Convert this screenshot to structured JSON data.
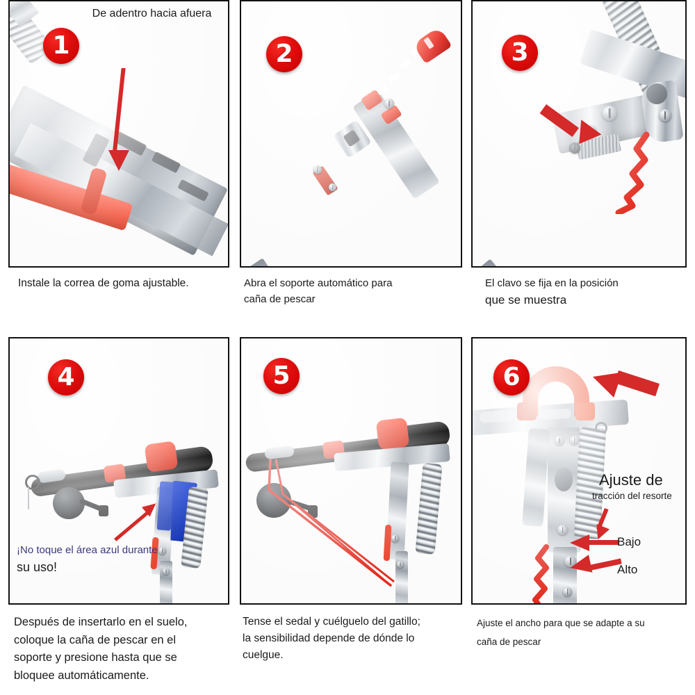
{
  "document": {
    "title": "Instrucciones de uso del soporte automático para caña de pescar",
    "language": "es",
    "layout": "2 filas × 3 columnas de pasos numerados",
    "accent_color": "#d42a2a",
    "badge_color": "#e00d0d",
    "warning_color": "#3a3a7a"
  },
  "steps": [
    {
      "number": "1",
      "caption": {
        "l1": "Instale la correa de goma ajustable."
      },
      "annotations": {
        "inside_out_l1": "De adentro hacia",
        "inside_out_l2": "afuera"
      }
    },
    {
      "number": "2",
      "caption": {
        "l1": "Abra el soporte automático para",
        "l2": "caña de pescar"
      }
    },
    {
      "number": "3",
      "caption": {
        "l1": "El clavo se fija en la posición",
        "l2": "que se muestra"
      }
    },
    {
      "number": "4",
      "caption": {
        "l1": "Después de insertarlo en el suelo,",
        "l2": "coloque la caña de pescar en el",
        "l3": "soporte y presione hasta que se",
        "l4": "bloquee automáticamente."
      },
      "annotations": {
        "warning_l1": "¡No toque el área azul durante",
        "warning_l2": "su uso!"
      }
    },
    {
      "number": "5",
      "caption": {
        "l1": "Tense el sedal y cuélguelo del gatillo;",
        "l2": "la sensibilidad depende de dónde lo",
        "l3": "cuelgue."
      }
    },
    {
      "number": "6",
      "caption": {
        "l1": "Ajuste el ancho para que se adapte a su",
        "l2": "caña de pescar"
      },
      "annotations": {
        "spring_title": "Ajuste de",
        "spring_subtitle": "tracción del resorte",
        "low_label": "Bajo",
        "high_label": "Alto"
      }
    }
  ]
}
